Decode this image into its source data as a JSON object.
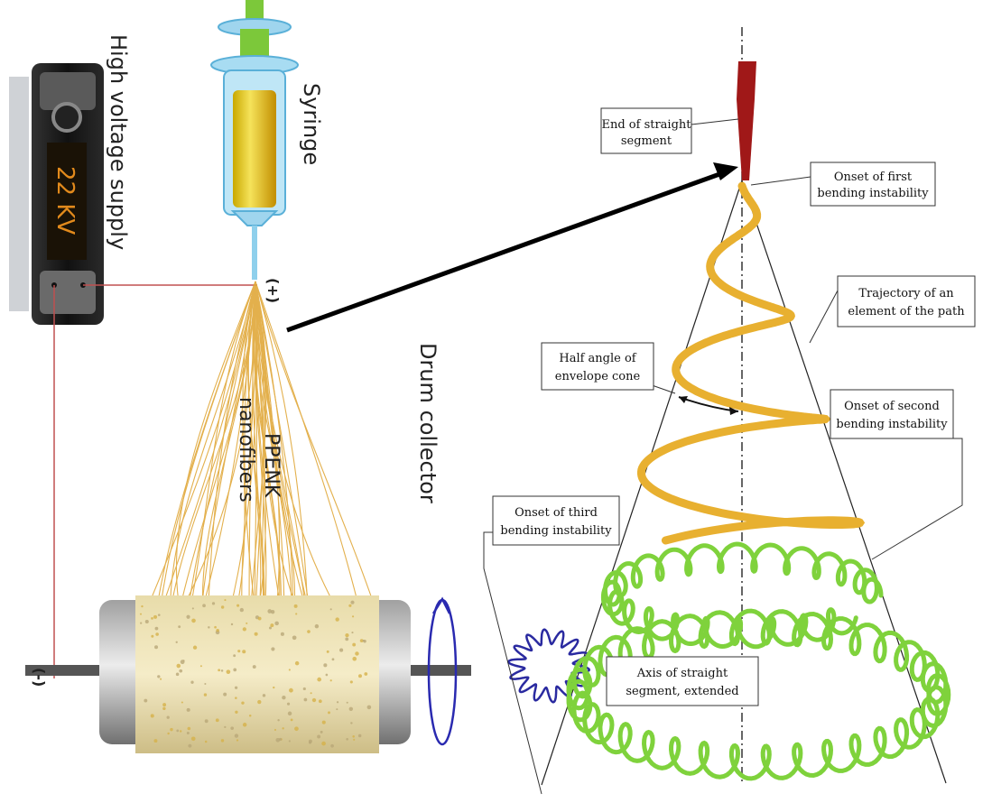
{
  "left_panel": {
    "power_supply_label": "High voltage supply",
    "display_value": "22 KV",
    "syringe_label": "Syringe",
    "positive_terminal": "(+)",
    "negative_terminal": "(-)",
    "fibers_line1": "PPENK",
    "fibers_line2": "nanofibers",
    "collector_label": "Drum collector"
  },
  "right_panel": {
    "end_straight_l1": "End of straight",
    "end_straight_l2": "segment",
    "first_bend_l1": "Onset of first",
    "first_bend_l2": "bending instability",
    "trajectory_l1": "Trajectory of an",
    "trajectory_l2": "element of the path",
    "half_angle_l1": "Half angle of",
    "half_angle_l2": "envelope cone",
    "second_bend_l1": "Onset of second",
    "second_bend_l2": "bending instability",
    "third_bend_l1": "Onset of third",
    "third_bend_l2": "bending instability",
    "axis_l1": "Axis of straight",
    "axis_l2": "segment, extended"
  },
  "colors": {
    "jet_red": "#a01818",
    "first_coil": "#e8b030",
    "second_coil": "#7fd23c",
    "third_coil": "#2a2aa0",
    "fibers": "#e0a83a",
    "wire": "#c05050"
  }
}
